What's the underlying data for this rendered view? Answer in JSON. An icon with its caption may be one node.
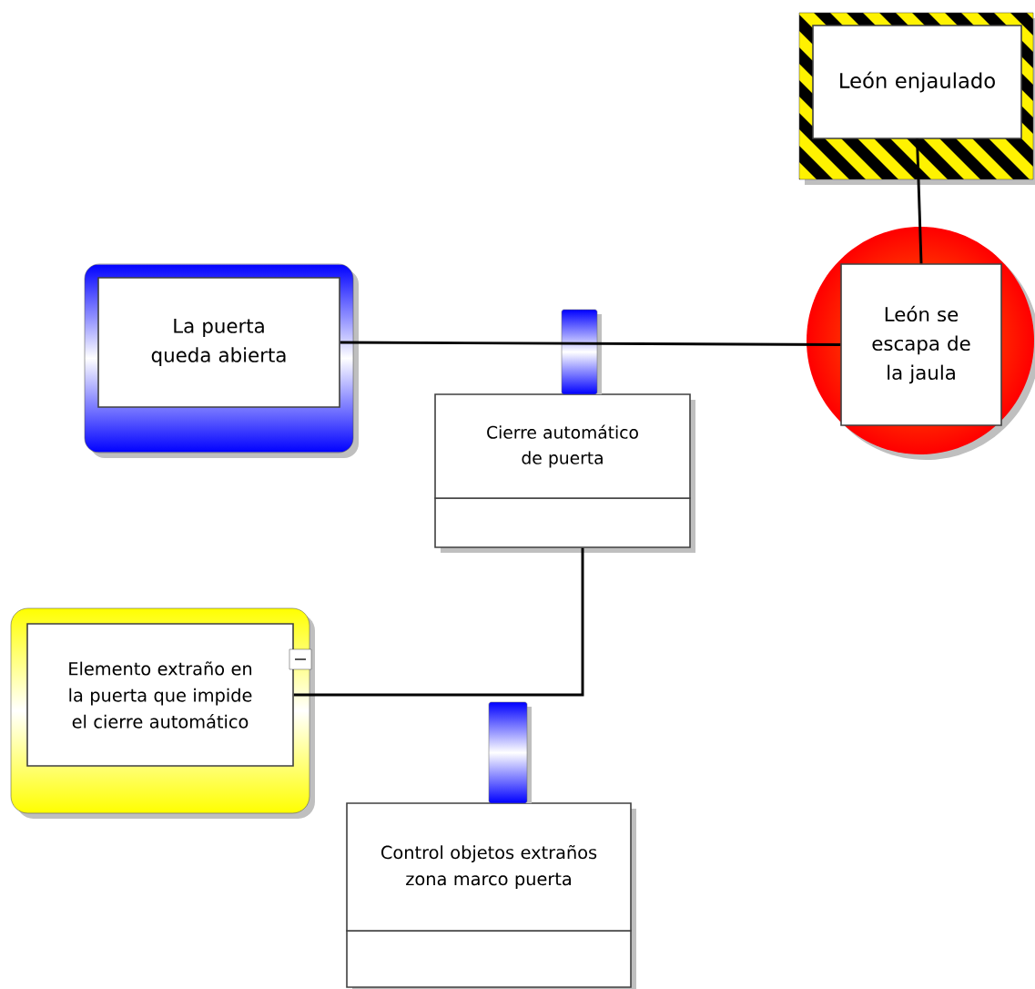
{
  "diagram": {
    "nodes": [
      {
        "text": [
          "León enjaulado"
        ]
      },
      {
        "text": [
          "León se escapa de la jaula"
        ]
      },
      {
        "text": [
          "La puerta queda abierta"
        ]
      },
      {
        "text": [
          "Cierre automático de puerta"
        ]
      },
      {
        "text": [
          "Elemento extraño en la puerta que impide el cierre automático"
        ]
      },
      {
        "text": [
          "Control objetos extraños zona marco puerta"
        ]
      }
    ],
    "edges": [
      {
        "from": 0,
        "to": 1,
        "arrow": "none"
      },
      {
        "from": 2,
        "to": 1,
        "arrow": "none"
      },
      {
        "from": 4,
        "to": 3,
        "arrow": "none"
      }
    ]
  }
}
